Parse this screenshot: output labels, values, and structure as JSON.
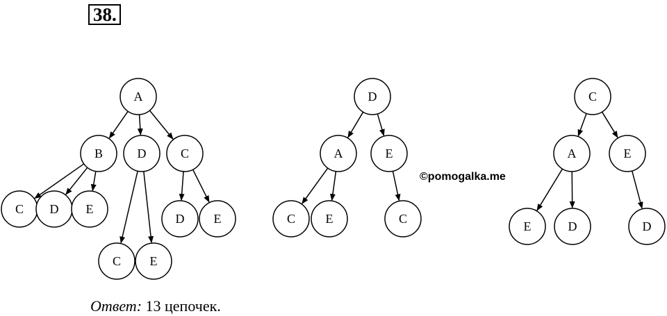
{
  "problem_number": "38.",
  "watermark": "©pomogalka.me",
  "answer": {
    "label": "Ответ:",
    "text": "13 цепочек."
  },
  "trees": [
    {
      "nodes": [
        {
          "id": "a",
          "label": "A"
        },
        {
          "id": "b",
          "label": "B"
        },
        {
          "id": "d",
          "label": "D"
        },
        {
          "id": "c",
          "label": "C"
        },
        {
          "id": "bc",
          "label": "C"
        },
        {
          "id": "bd",
          "label": "D"
        },
        {
          "id": "be",
          "label": "E"
        },
        {
          "id": "dc",
          "label": "C"
        },
        {
          "id": "de",
          "label": "E"
        },
        {
          "id": "cd",
          "label": "D"
        },
        {
          "id": "ce",
          "label": "E"
        }
      ],
      "edges": [
        [
          "a",
          "b"
        ],
        [
          "a",
          "d"
        ],
        [
          "a",
          "c"
        ],
        [
          "b",
          "bc"
        ],
        [
          "b",
          "bd"
        ],
        [
          "b",
          "be"
        ],
        [
          "d",
          "dc"
        ],
        [
          "d",
          "de"
        ],
        [
          "c",
          "cd"
        ],
        [
          "c",
          "ce"
        ]
      ]
    },
    {
      "nodes": [
        {
          "id": "d",
          "label": "D"
        },
        {
          "id": "a",
          "label": "A"
        },
        {
          "id": "e",
          "label": "E"
        },
        {
          "id": "ac",
          "label": "C"
        },
        {
          "id": "ae",
          "label": "E"
        },
        {
          "id": "ec",
          "label": "C"
        }
      ],
      "edges": [
        [
          "d",
          "a"
        ],
        [
          "d",
          "e"
        ],
        [
          "a",
          "ac"
        ],
        [
          "a",
          "ae"
        ],
        [
          "e",
          "ec"
        ]
      ]
    },
    {
      "nodes": [
        {
          "id": "c",
          "label": "C"
        },
        {
          "id": "a",
          "label": "A"
        },
        {
          "id": "e",
          "label": "E"
        },
        {
          "id": "ae",
          "label": "E"
        },
        {
          "id": "ad",
          "label": "D"
        },
        {
          "id": "ed",
          "label": "D"
        }
      ],
      "edges": [
        [
          "c",
          "a"
        ],
        [
          "c",
          "e"
        ],
        [
          "a",
          "ae"
        ],
        [
          "a",
          "ad"
        ],
        [
          "e",
          "ed"
        ]
      ]
    }
  ]
}
